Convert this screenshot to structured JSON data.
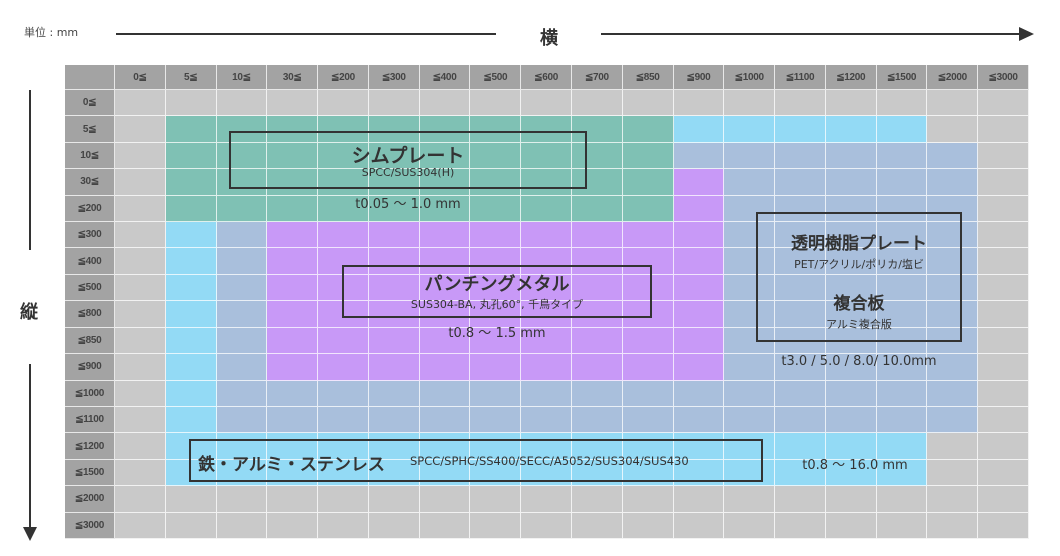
{
  "unit_label": "単位 : mm",
  "axis": {
    "horizontal": "横",
    "vertical": "縦"
  },
  "columns": [
    "0≦",
    "5≦",
    "10≦",
    "30≦",
    "≦200",
    "≦300",
    "≦400",
    "≦500",
    "≦600",
    "≦700",
    "≦850",
    "≦900",
    "≦1000",
    "≦1100",
    "≦1200",
    "≦1500",
    "≦2000",
    "≦3000"
  ],
  "rows": [
    "0≦",
    "5≦",
    "10≦",
    "30≦",
    "≦200",
    "≦300",
    "≦400",
    "≦500",
    "≦800",
    "≦850",
    "≦900",
    "≦1000",
    "≦1100",
    "≦1200",
    "≦1500",
    "≦2000",
    "≦3000"
  ],
  "colors": {
    "empty": "#c9c9c9",
    "shim": "#7fc1b4",
    "steel": "#93daf5",
    "resin": "#a9bfdc",
    "punching": "#c899f7"
  },
  "regions": [
    {
      "material": "resin",
      "rows": [
        2,
        12
      ],
      "cols": [
        2,
        16
      ]
    },
    {
      "material": "steel",
      "rows": [
        5,
        14
      ],
      "cols": [
        1,
        1
      ]
    },
    {
      "material": "steel",
      "rows": [
        13,
        14
      ],
      "cols": [
        1,
        15
      ]
    },
    {
      "material": "steel",
      "rows": [
        1,
        1
      ],
      "cols": [
        11,
        15
      ]
    },
    {
      "material": "punching",
      "rows": [
        5,
        10
      ],
      "cols": [
        3,
        11
      ]
    },
    {
      "material": "punching",
      "rows": [
        3,
        4
      ],
      "cols": [
        11,
        11
      ]
    },
    {
      "material": "shim",
      "rows": [
        1,
        4
      ],
      "cols": [
        1,
        10
      ]
    }
  ],
  "shim": {
    "title": "シムプレート",
    "spec": "SPCC/SUS304(H)",
    "thickness": "t0.05 ～ 1.0 mm"
  },
  "punching": {
    "title": "パンチングメタル",
    "spec": "SUS304-BA, 丸孔60°, 千鳥タイプ",
    "thickness": "t0.8 ～ 1.5 mm"
  },
  "resin": {
    "title": "透明樹脂プレート",
    "spec": "PET/アクリル/ポリカ/塩ビ",
    "title2": "複合板",
    "spec2": "アルミ複合版",
    "thickness": "t3.0 / 5.0 / 8.0/ 10.0mm"
  },
  "steel": {
    "title": "鉄・アルミ・ステンレス",
    "spec": "SPCC/SPHC/SS400/SECC/A5052/SUS304/SUS430",
    "thickness": "t0.8 ～ 16.0 mm"
  }
}
